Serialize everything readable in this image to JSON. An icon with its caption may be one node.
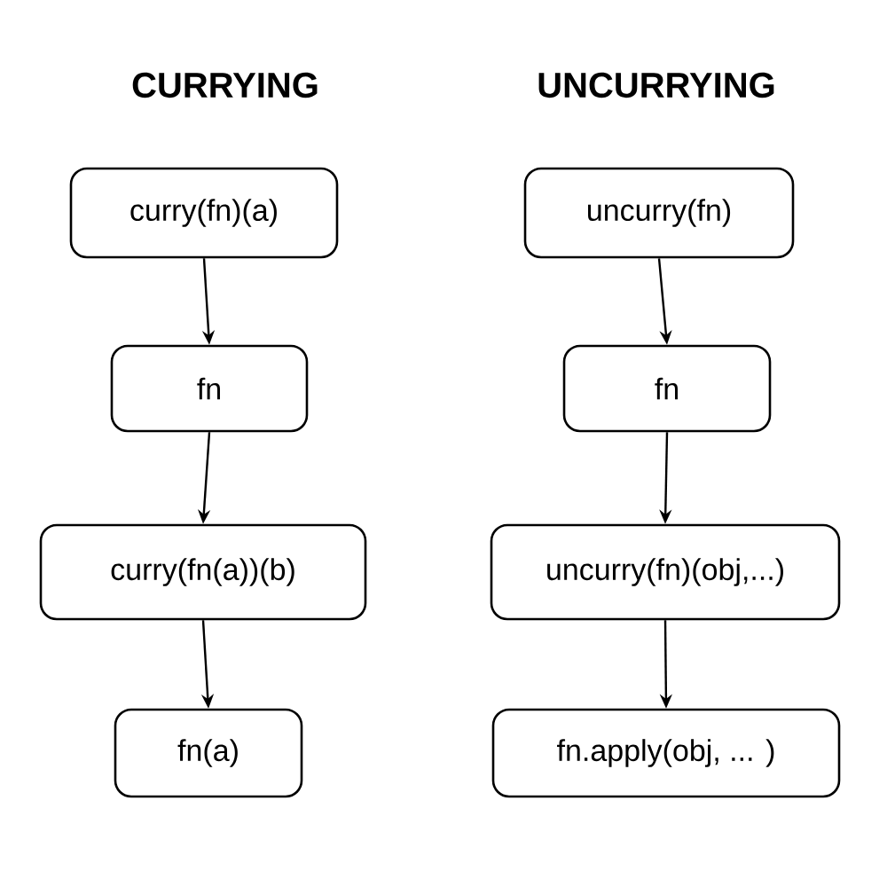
{
  "diagram": {
    "nodes": [
      {
        "text": [
          "curry(fn)(a)"
        ]
      },
      {
        "text": [
          "fn"
        ]
      },
      {
        "text": [
          "curry(fn(a))(b)"
        ]
      },
      {
        "text": [
          "fn(a)"
        ]
      },
      {
        "text": [
          "uncurry(fn)"
        ]
      },
      {
        "text": [
          "fn"
        ]
      },
      {
        "text": [
          "uncurry(fn)(obj,...)"
        ]
      },
      {
        "text": [
          "fn.apply(obj, ... )"
        ]
      }
    ],
    "edges": [
      {
        "from": 0,
        "to": 1,
        "arrow": "to"
      },
      {
        "from": 1,
        "to": 2,
        "arrow": "to"
      },
      {
        "from": 2,
        "to": 3,
        "arrow": "to"
      },
      {
        "from": 4,
        "to": 5,
        "arrow": "to"
      },
      {
        "from": 5,
        "to": 6,
        "arrow": "to"
      },
      {
        "from": 6,
        "to": 7,
        "arrow": "to"
      }
    ],
    "labels": [
      "CURRYING",
      "UNCURRYING"
    ]
  }
}
